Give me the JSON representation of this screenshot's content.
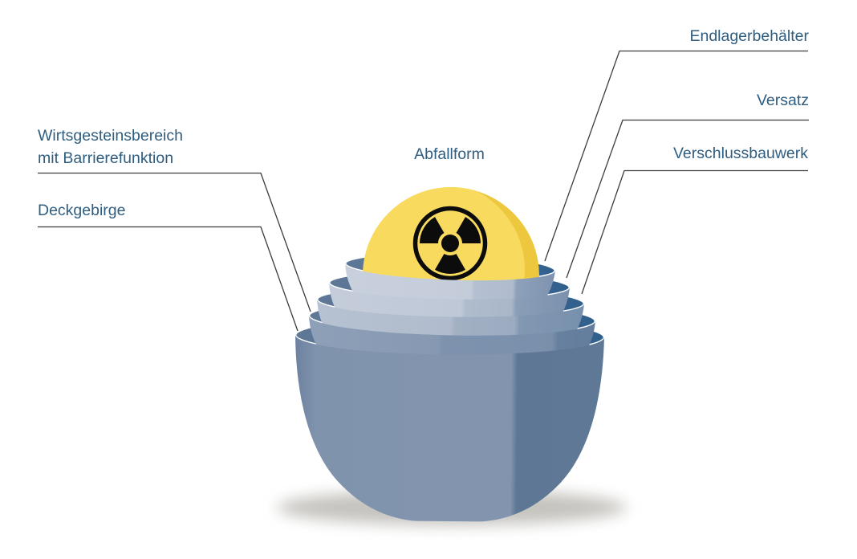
{
  "diagram": {
    "subject": "nested multi-barrier bowls with radioactive waste core",
    "background": "#ffffff"
  },
  "labels": {
    "abfallform": "Abfallform",
    "endlagerbehaelter": "Endlagerbehälter",
    "versatz": "Versatz",
    "verschlussbauwerk": "Verschlussbauwerk",
    "wirtsgestein_line1": "Wirtsgesteinsbereich",
    "wirtsgestein_line2": "mit Barrierefunktion",
    "deckgebirge": "Deckgebirge"
  },
  "layers": [
    {
      "index": 1,
      "label": "Abfallform",
      "shape": "sphere",
      "color": "#f8db5e"
    },
    {
      "index": 2,
      "label": "Endlagerbehälter",
      "shape": "bowl",
      "color": "#c6cddb"
    },
    {
      "index": 3,
      "label": "Versatz",
      "shape": "bowl",
      "color": "#bdc6d6"
    },
    {
      "index": 4,
      "label": "Verschlussbauwerk",
      "shape": "bowl",
      "color": "#aab7c9"
    },
    {
      "index": 5,
      "label": "Wirtsgesteinsbereich mit Barrierefunktion",
      "shape": "bowl",
      "color": "#8295ae"
    },
    {
      "index": 6,
      "label": "Deckgebirge",
      "shape": "bowl",
      "color": "#8093ad"
    }
  ],
  "icon": {
    "name": "radiation-trefoil-icon",
    "color": "#0c0c0c"
  },
  "colors": {
    "label_text": "#2e5d80",
    "leader_line": "#3c3c3c",
    "rim_dark_left": "#5f7896",
    "rim_dark_right": "#30608d",
    "sphere_light": "#f8db5e",
    "sphere_shade": "#edc83e",
    "outer_bowl_main": "#8093ad",
    "outer_bowl_shade": "#5d7795",
    "shadow": "#8b887e"
  }
}
